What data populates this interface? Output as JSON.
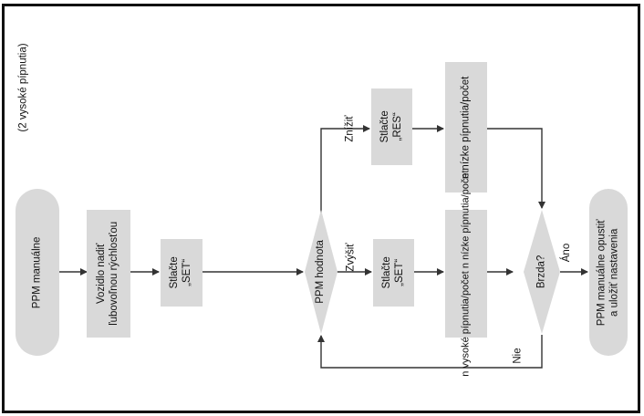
{
  "diagram": {
    "note": "(2 vysoké pípnutia)",
    "nodes": {
      "start": "PPM manuálne",
      "drive": [
        "Vozidlo nadiť",
        "ľubovoľnou rýchlosťou"
      ],
      "press_set_1": [
        "Stlačte",
        "„SET“"
      ],
      "ppm_value": "PPM hodnota",
      "press_res": [
        "Stlačte",
        "„RES“"
      ],
      "press_set_2": [
        "Stlačte",
        "„SET“"
      ],
      "low_beeps": "n nízke pípnutia/počet",
      "high_beeps": "n vysoké pípnutia/počet n nízke pípnutia/počet",
      "brake": "Brzda?",
      "end": [
        "PPM manuálne opustiť",
        "a uložiť nastavenia"
      ]
    },
    "edge_labels": {
      "decrease": "Znížiť",
      "increase": "Zvýšiť",
      "yes": "Áno",
      "no": "Nie"
    }
  },
  "colors": {
    "node_fill": "#d9d9d9",
    "line": "#333333",
    "text": "#111111",
    "frame": "#111111"
  }
}
